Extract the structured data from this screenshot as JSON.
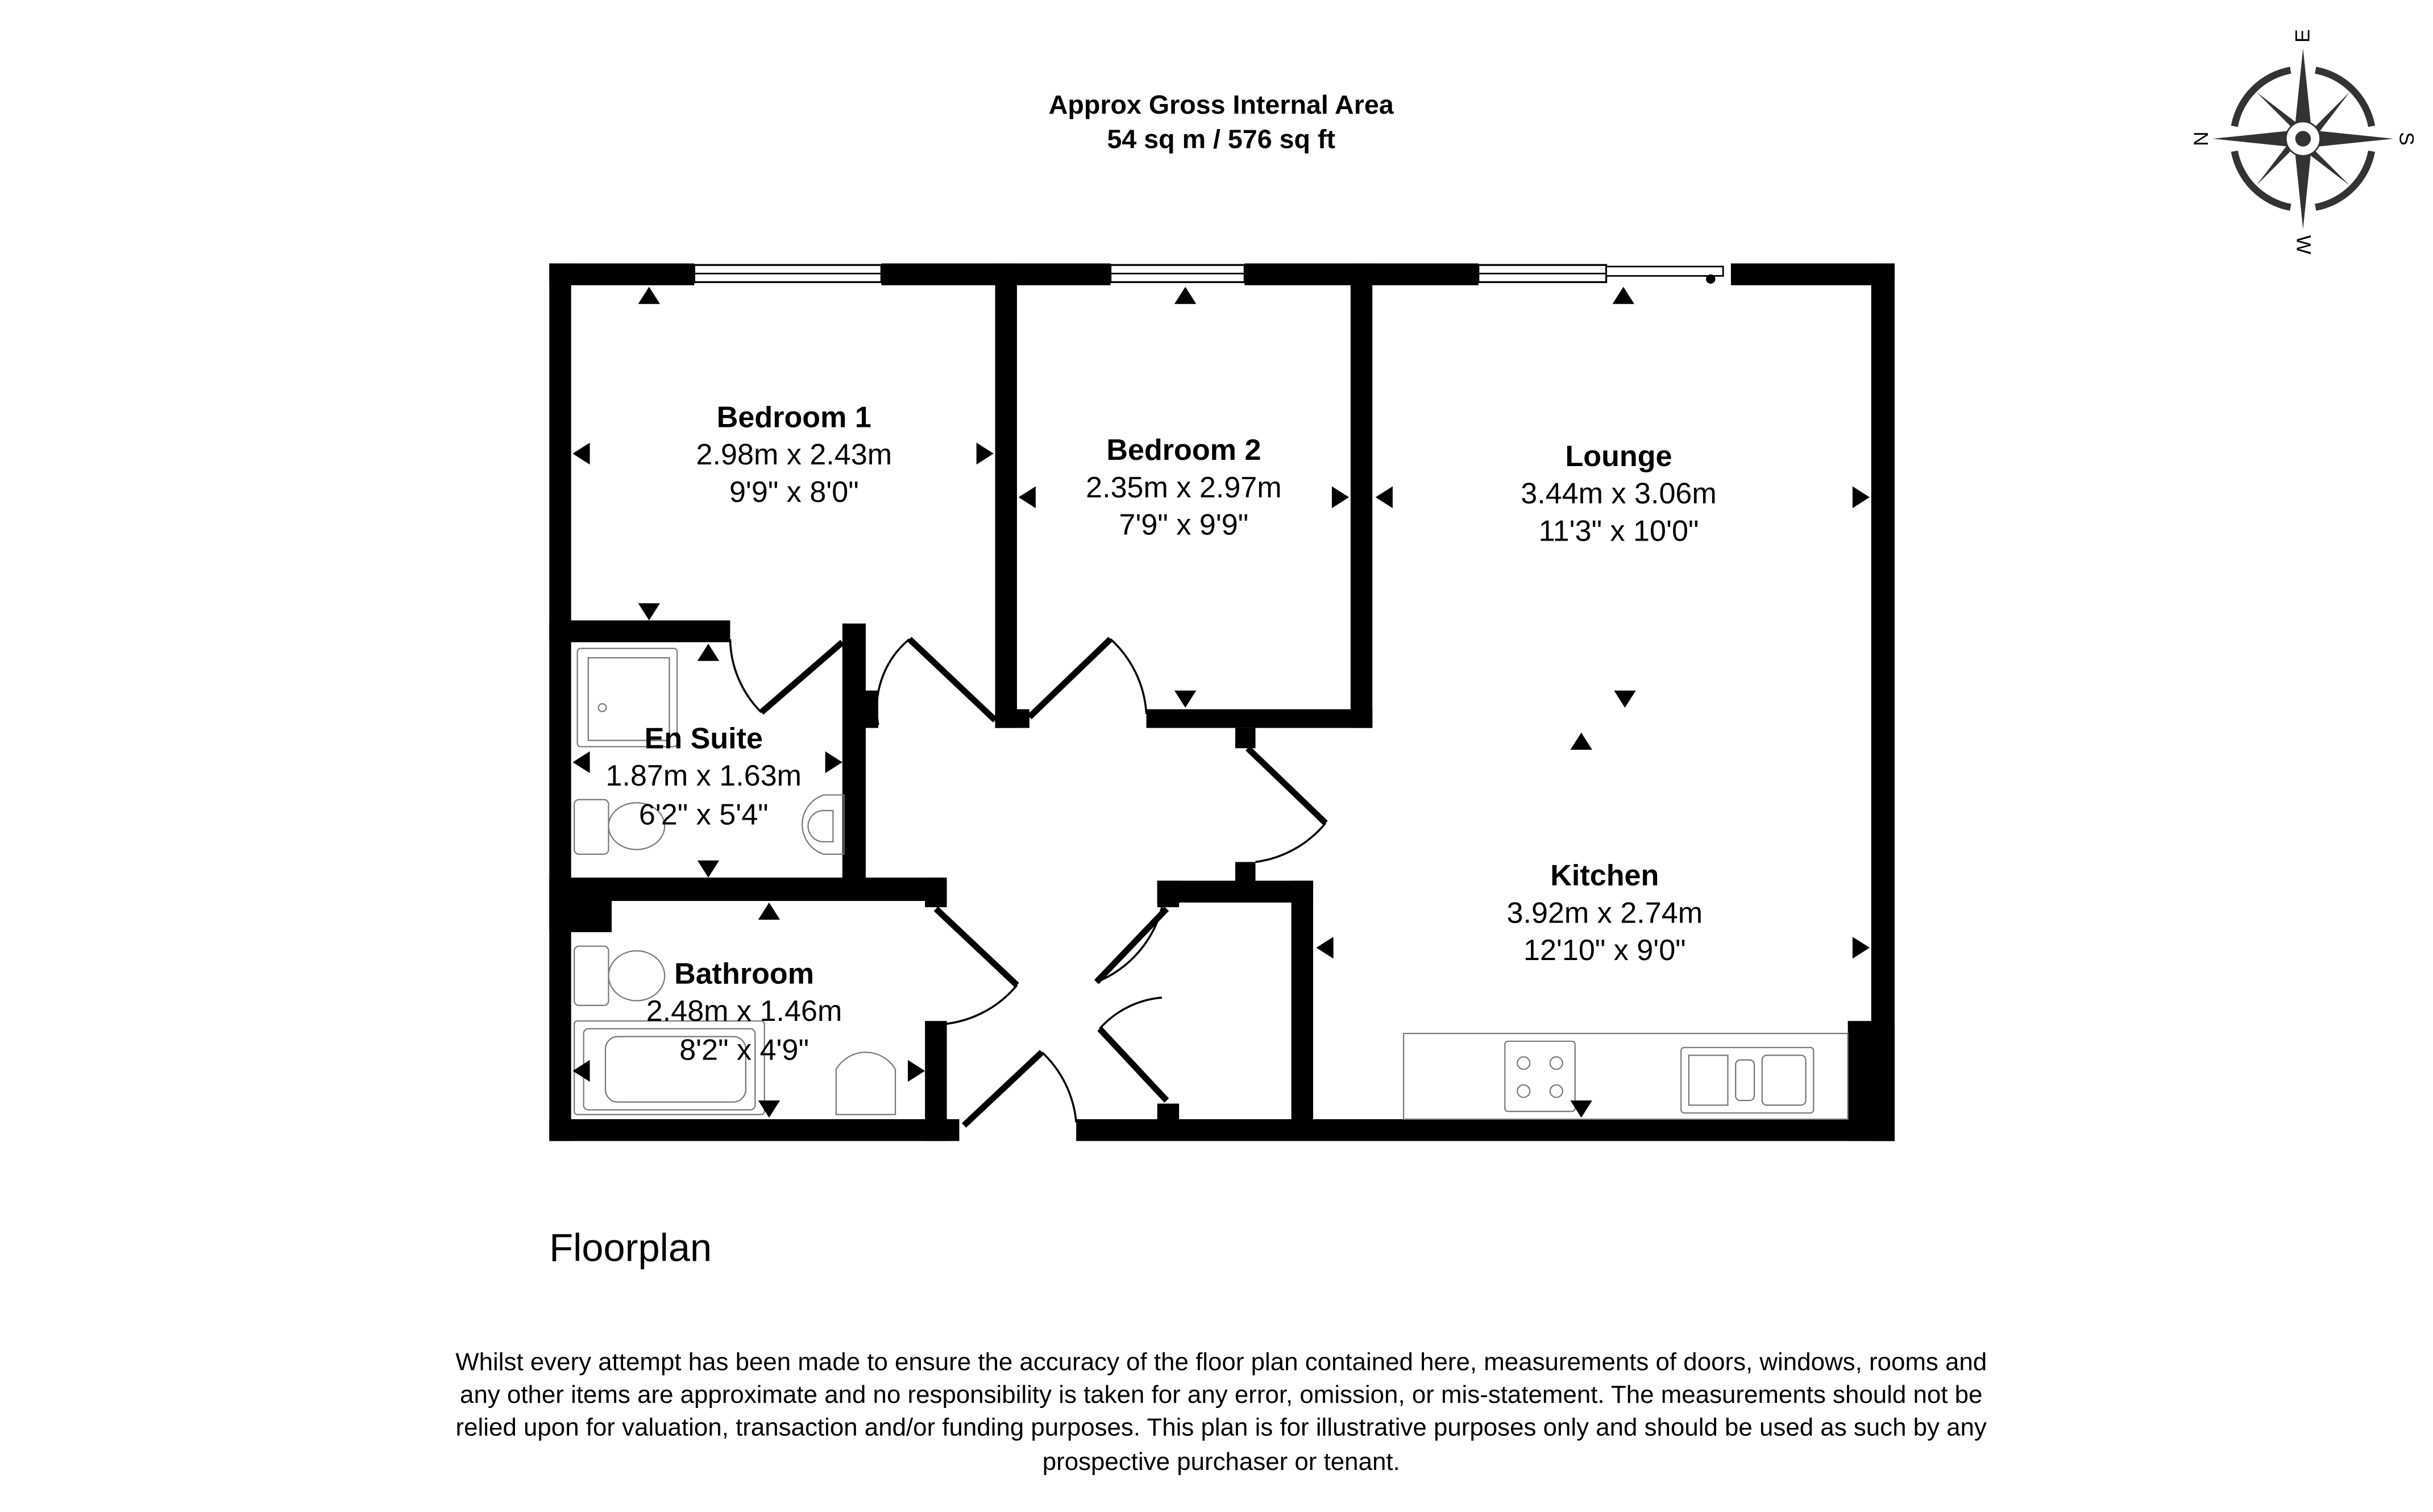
{
  "header": {
    "title": "Approx Gross Internal Area",
    "area": "54 sq m / 576 sq ft"
  },
  "compass": {
    "north": "N",
    "east": "E",
    "south": "S",
    "west": "W"
  },
  "rooms": [
    {
      "name": "Bedroom 1",
      "metric": "2.98m x 2.43m",
      "imperial": "9'9\" x 8'0\""
    },
    {
      "name": "Bedroom 2",
      "metric": "2.35m x 2.97m",
      "imperial": "7'9\" x 9'9\""
    },
    {
      "name": "Lounge",
      "metric": "3.44m x 3.06m",
      "imperial": "11'3\" x 10'0\""
    },
    {
      "name": "En Suite",
      "metric": "1.87m x 1.63m",
      "imperial": "6'2\" x 5'4\""
    },
    {
      "name": "Kitchen",
      "metric": "3.92m x 2.74m",
      "imperial": "12'10\" x 9'0\""
    },
    {
      "name": "Bathroom",
      "metric": "2.48m x 1.46m",
      "imperial": "8'2\" x 4'9\""
    }
  ],
  "floor_label": "Floorplan",
  "disclaimer": [
    "Whilst every attempt has been made to ensure the accuracy of the floor plan contained here, measurements of doors, windows, rooms and",
    "any other items are approximate and no responsibility is taken for any error, omission, or mis-statement. The measurements should not be",
    "relied upon for valuation, transaction and/or funding purposes. This plan is for illustrative purposes only and should be used as such by any",
    "prospective purchaser or tenant."
  ]
}
